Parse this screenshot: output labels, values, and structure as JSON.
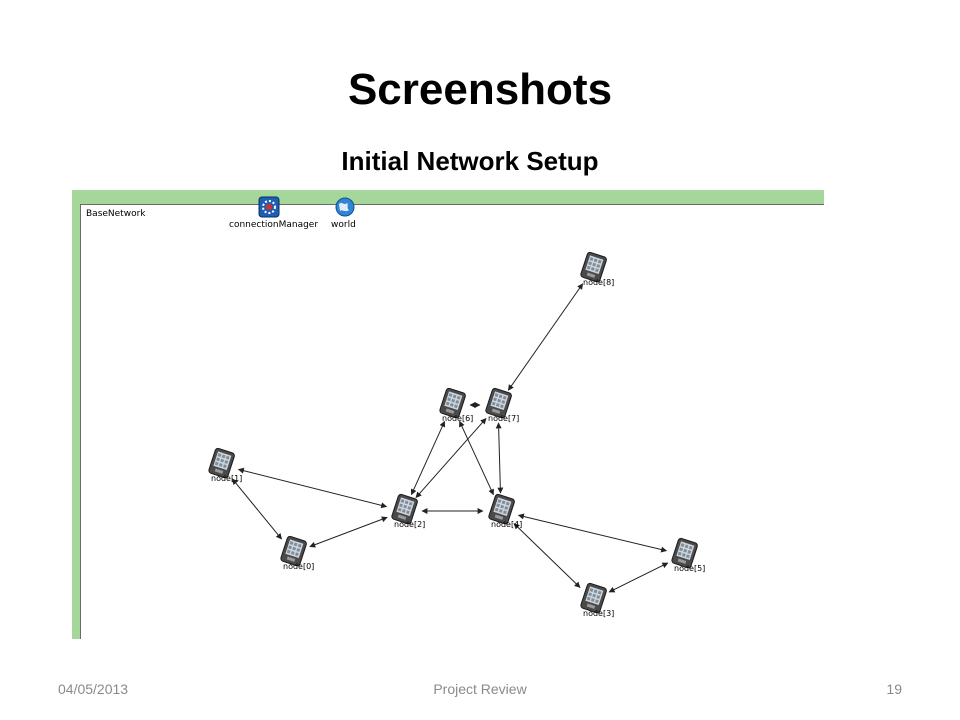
{
  "slide": {
    "title": "Screenshots",
    "subtitle": "Initial Network Setup"
  },
  "network": {
    "name": "BaseNetwork",
    "modules": [
      {
        "label": "connectionManager",
        "icon": "connection-manager-icon"
      },
      {
        "label": "world",
        "icon": "globe-icon"
      }
    ],
    "nodes": [
      {
        "id": "node0",
        "label": "node[0]"
      },
      {
        "id": "node1",
        "label": "node[1]"
      },
      {
        "id": "node2",
        "label": "node[2]"
      },
      {
        "id": "node3",
        "label": "node[3]"
      },
      {
        "id": "node4",
        "label": "node[4]"
      },
      {
        "id": "node5",
        "label": "node[5]"
      },
      {
        "id": "node6",
        "label": "node[6]"
      },
      {
        "id": "node7",
        "label": "node[7]"
      },
      {
        "id": "node8",
        "label": "node[8]"
      }
    ],
    "links": [
      [
        "node1",
        "node2"
      ],
      [
        "node1",
        "node0"
      ],
      [
        "node0",
        "node2"
      ],
      [
        "node2",
        "node4"
      ],
      [
        "node2",
        "node6"
      ],
      [
        "node2",
        "node7"
      ],
      [
        "node7",
        "node4"
      ],
      [
        "node6",
        "node4"
      ],
      [
        "node6",
        "node7"
      ],
      [
        "node7",
        "node8"
      ],
      [
        "node4",
        "node5"
      ],
      [
        "node4",
        "node3"
      ],
      [
        "node3",
        "node5"
      ]
    ],
    "colors": {
      "frame_green": "#a5d69a",
      "link": "#222222",
      "device_body": "#4a4a4a"
    }
  },
  "footer": {
    "date": "04/05/2013",
    "center": "Project Review",
    "page": "19"
  }
}
